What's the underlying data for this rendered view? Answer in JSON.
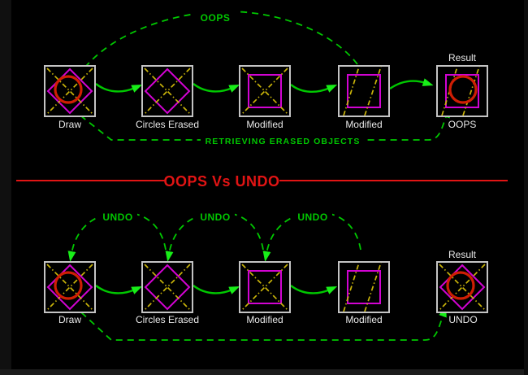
{
  "colors": {
    "background": "#000000",
    "green": "#00c800",
    "green-bright": "#18ee18",
    "yellow": "#c9b40a",
    "magenta": "#d203d2",
    "red-accent": "#e11414",
    "red-circle": "#cf1e04",
    "box-gray": "#c4c4c4",
    "label-white": "#e8e8e8",
    "vignette": "#1c1c1c"
  },
  "top": {
    "arc_label": "OOPS",
    "retrieval_label": "RETRIEVING ERASED OBJECTS",
    "result_caption": "Result",
    "stages": [
      {
        "label": "Draw"
      },
      {
        "label": "Circles Erased"
      },
      {
        "label": "Modified"
      },
      {
        "label": "Modified"
      },
      {
        "label": "OOPS"
      }
    ]
  },
  "divider": {
    "title": "OOPS Vs UNDO"
  },
  "bottom": {
    "undo_arcs": [
      {
        "label": "UNDO"
      },
      {
        "label": "UNDO"
      },
      {
        "label": "UNDO"
      }
    ],
    "result_caption": "Result",
    "stages": [
      {
        "label": "Draw"
      },
      {
        "label": "Circles Erased"
      },
      {
        "label": "Modified"
      },
      {
        "label": "Modified"
      },
      {
        "label": "UNDO"
      }
    ]
  }
}
